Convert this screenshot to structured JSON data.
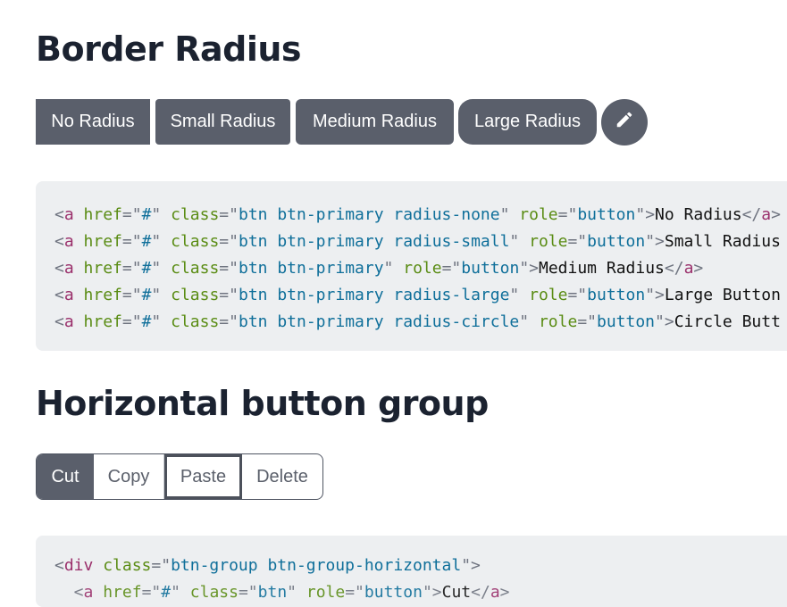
{
  "sections": {
    "radius_title": "Border Radius",
    "group_title": "Horizontal button group"
  },
  "radius_buttons": {
    "none": "No Radius",
    "small": "Small Radius",
    "medium": "Medium Radius",
    "large": "Large Radius",
    "circle_icon": "pencil-icon"
  },
  "code1": [
    {
      "tag": "a",
      "href": "#",
      "cls": "btn btn-primary radius-none",
      "role": "button",
      "text": "No Radius",
      "close": "</a>"
    },
    {
      "tag": "a",
      "href": "#",
      "cls": "btn btn-primary radius-small",
      "role": "button",
      "text": "Small Radius",
      "close": ""
    },
    {
      "tag": "a",
      "href": "#",
      "cls": "btn btn-primary",
      "role": "button",
      "text": "Medium Radius",
      "close": "</a>"
    },
    {
      "tag": "a",
      "href": "#",
      "cls": "btn btn-primary radius-large",
      "role": "button",
      "text": "Large Button",
      "close": ""
    },
    {
      "tag": "a",
      "href": "#",
      "cls": "btn btn-primary radius-circle",
      "role": "button",
      "text": "Circle Butt",
      "close": ""
    }
  ],
  "code2": {
    "tag": "div",
    "cls": "btn-group btn-group-horizontal"
  },
  "group_buttons": {
    "cut": "Cut",
    "copy": "Copy",
    "paste": "Paste",
    "delete": "Delete"
  },
  "colors": {
    "button_bg": "#5a5f6b",
    "code_bg": "#edeff1",
    "tag": "#9a2f6b",
    "attr": "#5a8c14",
    "value": "#0f6f9a"
  }
}
